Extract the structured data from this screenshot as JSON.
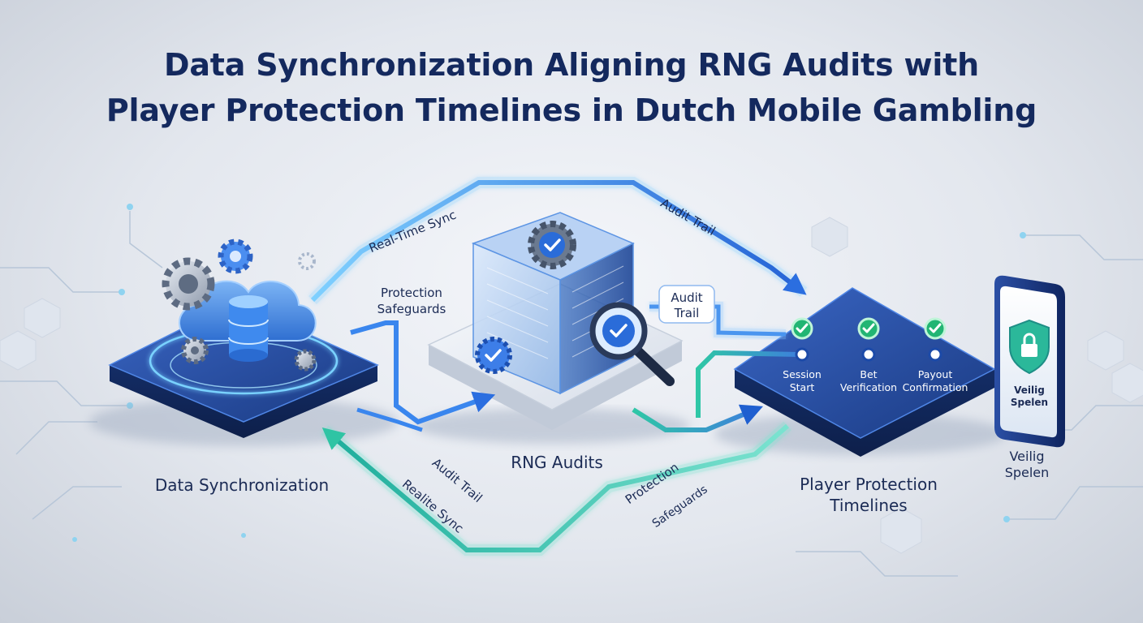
{
  "title": {
    "line1": "Data Synchronization Aligning RNG Audits with",
    "line2": "Player Protection Timelines in Dutch Mobile Gambling"
  },
  "nodes": {
    "data_sync": "Data Synchronization",
    "rng_audits": "RNG Audits",
    "player_protection": {
      "line1": "Player Protection",
      "line2": "Timelines"
    },
    "mobile_label": {
      "line1": "Veilig",
      "line2": "Spelen"
    },
    "phone_screen": {
      "line1": "Veilig",
      "line2": "Spelen"
    }
  },
  "flows": {
    "top_real_time_sync": "Real-Time Sync",
    "top_audit_trail": "Audit Trail",
    "protection_safeguards": {
      "line1": "Protection",
      "line2": "Safeguards"
    },
    "audit_trail_box": {
      "line1": "Audit",
      "line2": "Trail"
    },
    "bottom_audit_trail": "Audit Trail",
    "bottom_realite_sync": "Realite Sync",
    "bottom_protection": "Protection",
    "bottom_safeguards": "Safeguards"
  },
  "timeline": [
    {
      "line1": "Session",
      "line2": "Start"
    },
    {
      "line1": "Bet",
      "line2": "Verification"
    },
    {
      "line1": "Payout",
      "line2": "Confirmation"
    }
  ],
  "colors": {
    "title": "#14295e",
    "blue_flow": "#2f7de8",
    "green_flow": "#21b59a",
    "platform_dark": "#1d3f86"
  }
}
